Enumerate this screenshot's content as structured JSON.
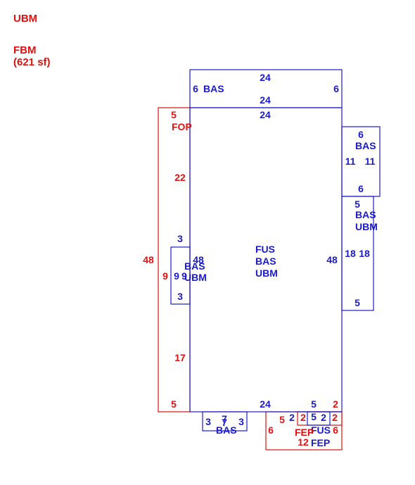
{
  "colors": {
    "blue": "#1a1acc",
    "red": "#dd1111"
  },
  "legend": {
    "top": "UBM",
    "fbm": "FBM",
    "fbm_area": "(621 sf)"
  },
  "main": {
    "fus": "FUS",
    "bas": "BAS",
    "ubm": "UBM",
    "top": "24",
    "bottom": "24",
    "right": "48",
    "left": "48"
  },
  "top_bas": {
    "label": "BAS",
    "top": "24",
    "bottom": "24",
    "left": "6",
    "right": "6"
  },
  "right_bas1": {
    "label": "BAS",
    "top": "6",
    "bottom": "6",
    "left": "11",
    "right": "11"
  },
  "right_bas2": {
    "bas": "BAS",
    "ubm": "UBM",
    "top": "5",
    "bottom": "5",
    "left": "18",
    "right": "18"
  },
  "left_bas": {
    "bas": "BAS",
    "ubm": "UBM",
    "top": "3",
    "bottom": "3",
    "left": "9",
    "right": "9"
  },
  "fop": {
    "label": "FOP",
    "top": "5",
    "bottom": "5",
    "left": "48",
    "right_upper": "22",
    "right_lower": "17",
    "inner_left": "9"
  },
  "bottom_bas": {
    "label": "BAS",
    "top": "7",
    "bottom": "7",
    "left": "3",
    "right": "3"
  },
  "fep": {
    "label": "FEP",
    "top": "5",
    "left": "6",
    "bottom": "12",
    "right": "6",
    "top_right": "2"
  },
  "fus_small": {
    "label": "FUS",
    "top": "5",
    "left": "2",
    "right": "2",
    "right_red": "2"
  },
  "fep_small": {
    "label": "FEP"
  }
}
